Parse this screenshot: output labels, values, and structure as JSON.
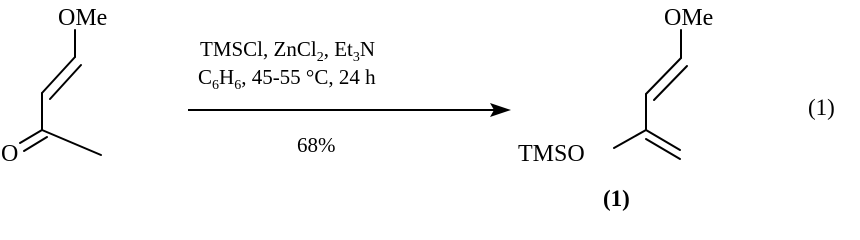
{
  "reactant": {
    "ome_label": "OMe",
    "oxygen_label": "O"
  },
  "conditions": {
    "reagents": "TMSCl, ZnCl",
    "reagents_sub": "2",
    "reagents_tail": ", Et",
    "reagents_sub2": "3",
    "reagents_end": "N",
    "solvent_c": "C",
    "solvent_c_sub": "6",
    "solvent_h": "H",
    "solvent_h_sub": "6",
    "solvent_rest": ",  45-55 °C, 24 h",
    "yield": "68%"
  },
  "product": {
    "ome_label": "OMe",
    "tmso_label": "TMSO",
    "compound_number": "(1)"
  },
  "equation_number": "(1)"
}
